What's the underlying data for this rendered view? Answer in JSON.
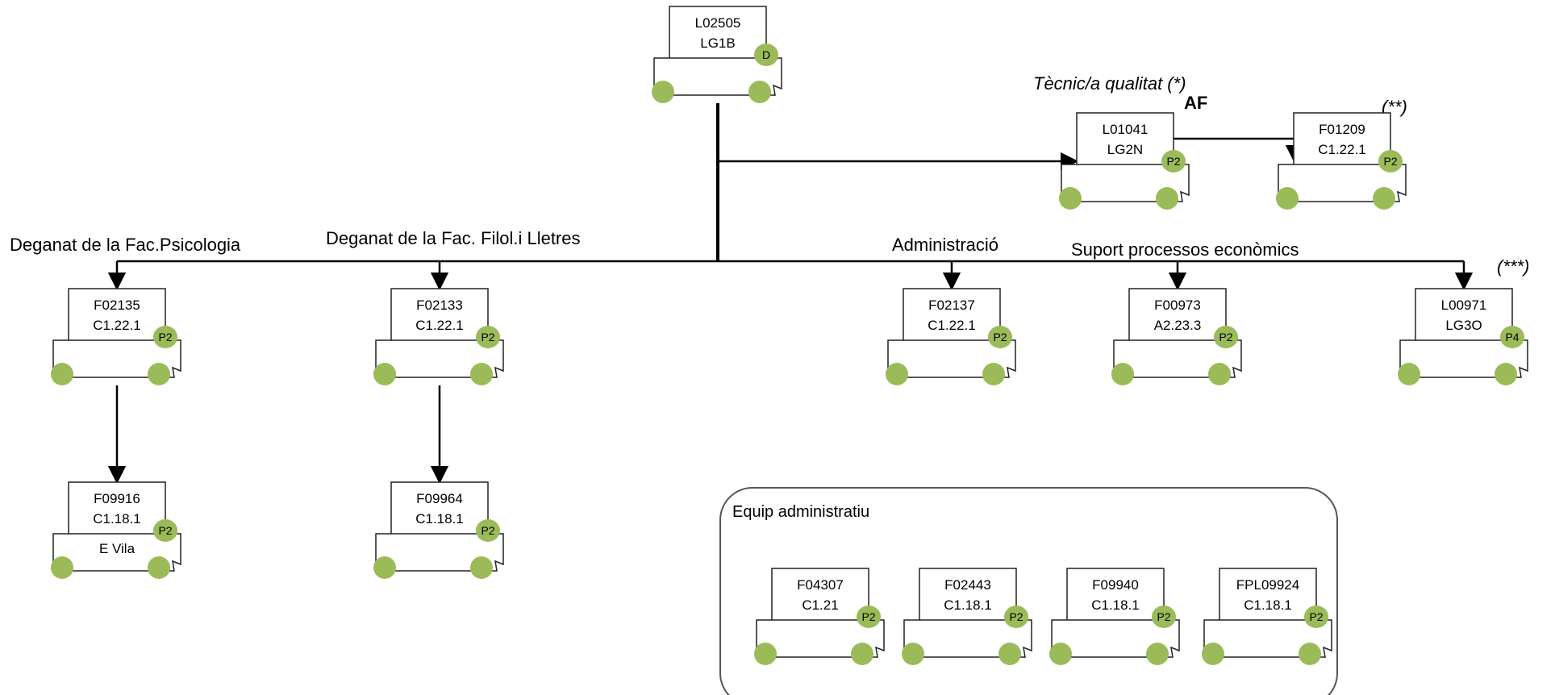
{
  "colors": {
    "badge": "#9bbb59",
    "line": "#000000",
    "box_stroke": "#222222",
    "group_stroke": "#555555"
  },
  "headers": {
    "psicologia": "Deganat de la Fac.Psicologia",
    "filologia": "Deganat de la Fac. Filol.i Lletres",
    "administracio": "Administració",
    "suport": "Suport processos econòmics",
    "tecnic": "Tècnic/a qualitat (*)",
    "af": "AF",
    "note2": "(**)",
    "note3": "(***)"
  },
  "group": {
    "title": "Equip administratiu"
  },
  "nodes": {
    "root": {
      "code": "L02505",
      "level": "LG1B",
      "badge": "D",
      "extra": ""
    },
    "l01041": {
      "code": "L01041",
      "level": "LG2N",
      "badge": "P2",
      "extra": ""
    },
    "f01209": {
      "code": "F01209",
      "level": "C1.22.1",
      "badge": "P2",
      "extra": ""
    },
    "f02135": {
      "code": "F02135",
      "level": "C1.22.1",
      "badge": "P2",
      "extra": ""
    },
    "f02133": {
      "code": "F02133",
      "level": "C1.22.1",
      "badge": "P2",
      "extra": ""
    },
    "f02137": {
      "code": "F02137",
      "level": "C1.22.1",
      "badge": "P2",
      "extra": ""
    },
    "f00973": {
      "code": "F00973",
      "level": "A2.23.3",
      "badge": "P2",
      "extra": ""
    },
    "l00971": {
      "code": "L00971",
      "level": "LG3O",
      "badge": "P4",
      "extra": ""
    },
    "f09916": {
      "code": "F09916",
      "level": "C1.18.1",
      "badge": "P2",
      "extra": "E Vila"
    },
    "f09964": {
      "code": "F09964",
      "level": "C1.18.1",
      "badge": "P2",
      "extra": ""
    },
    "f04307": {
      "code": "F04307",
      "level": "C1.21",
      "badge": "P2",
      "extra": ""
    },
    "f02443": {
      "code": "F02443",
      "level": "C1.18.1",
      "badge": "P2",
      "extra": ""
    },
    "f09940": {
      "code": "F09940",
      "level": "C1.18.1",
      "badge": "P2",
      "extra": ""
    },
    "fpl09924": {
      "code": "FPL09924",
      "level": "C1.18.1",
      "badge": "P2",
      "extra": ""
    }
  }
}
